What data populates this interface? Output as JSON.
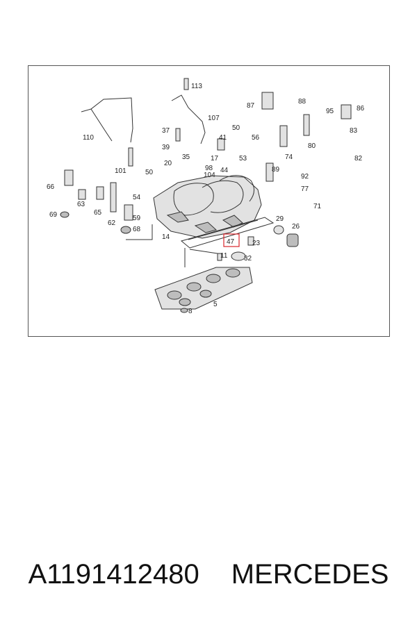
{
  "diagram": {
    "callouts": [
      "113",
      "110",
      "107",
      "87",
      "88",
      "95",
      "86",
      "37",
      "41",
      "50",
      "56",
      "83",
      "39",
      "35",
      "17",
      "20",
      "53",
      "74",
      "80",
      "82",
      "101",
      "98",
      "104",
      "44",
      "89",
      "92",
      "66",
      "50",
      "54",
      "77",
      "63",
      "65",
      "59",
      "71",
      "69",
      "62",
      "68",
      "29",
      "26",
      "14",
      "47",
      "23",
      "11",
      "32",
      "8",
      "5"
    ],
    "highlighted_callout": "47",
    "highlight_color": "#d9262b"
  },
  "caption": {
    "part_number": "A1191412480",
    "brand": "MERCEDES"
  }
}
